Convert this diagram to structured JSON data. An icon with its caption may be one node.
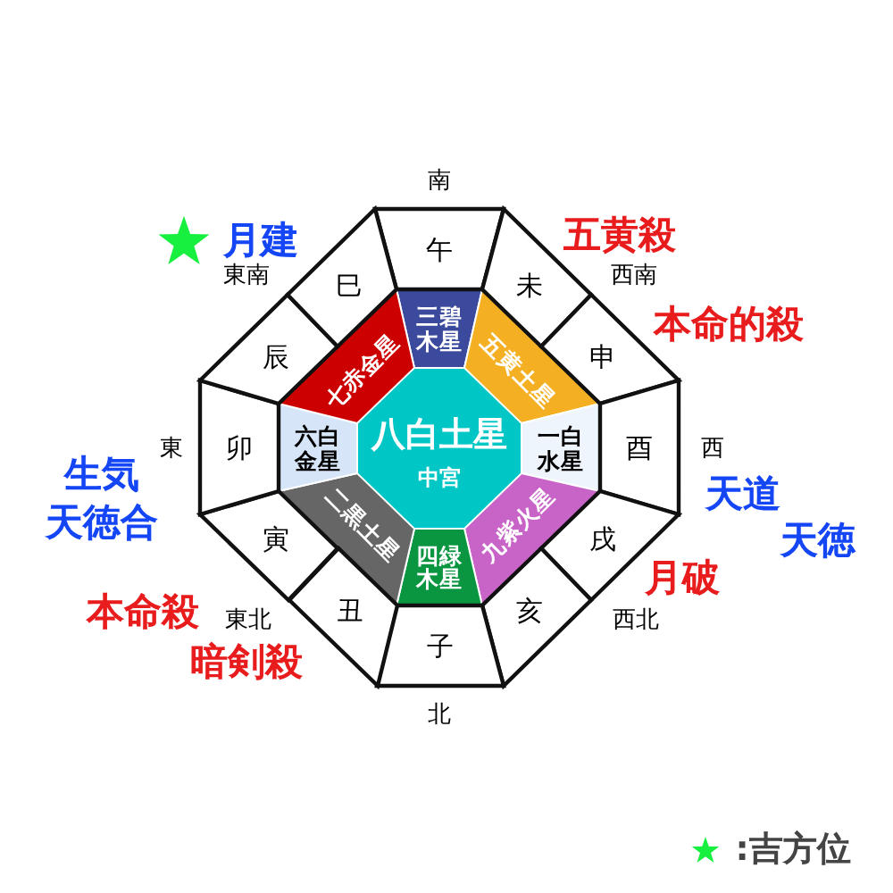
{
  "diagram": {
    "nodes": [
      {
        "text": [
          "八白土星",
          "中宮"
        ]
      },
      {
        "text": [
          "三碧木星"
        ]
      },
      {
        "text": [
          "五黄土星"
        ]
      },
      {
        "text": [
          "一白水星"
        ]
      },
      {
        "text": [
          "九紫火星"
        ]
      },
      {
        "text": [
          "四緑木星"
        ]
      },
      {
        "text": [
          "二黒土星"
        ]
      },
      {
        "text": [
          "六白金星"
        ]
      },
      {
        "text": [
          "七赤金星"
        ]
      },
      {
        "text": [
          "午"
        ]
      },
      {
        "text": [
          "未"
        ]
      },
      {
        "text": [
          "申"
        ]
      },
      {
        "text": [
          "酉"
        ]
      },
      {
        "text": [
          "戌"
        ]
      },
      {
        "text": [
          "亥"
        ]
      },
      {
        "text": [
          "子"
        ]
      },
      {
        "text": [
          "丑"
        ]
      },
      {
        "text": [
          "寅"
        ]
      },
      {
        "text": [
          "卯"
        ]
      },
      {
        "text": [
          "辰"
        ]
      },
      {
        "text": [
          "巳"
        ]
      }
    ],
    "labels": [
      "南",
      "月建",
      "五黄殺",
      "東南",
      "西南",
      "本命的殺",
      "東",
      "西",
      "生気",
      "天道",
      "天徳合",
      "天徳",
      "月破",
      "本命殺",
      "東北",
      "西北",
      "暗剣殺",
      "北"
    ],
    "legend": [
      {
        "text": ":吉方位"
      }
    ]
  }
}
